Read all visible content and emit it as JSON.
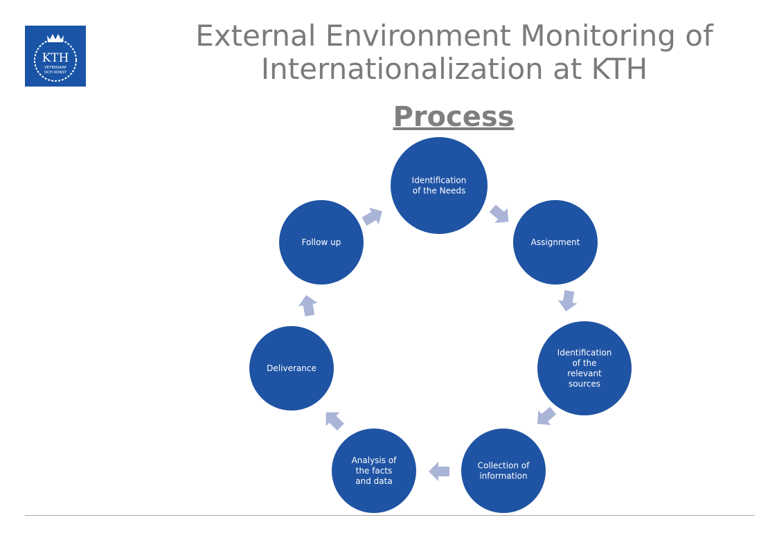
{
  "header": {
    "title_line1": "External Environment Monitoring of",
    "title_line2": "Internationalization at KTH",
    "subtitle": "Process"
  },
  "logo": {
    "text": "KTH",
    "motto_line1": "VETENSKAP",
    "motto_line2": "OCH KONST",
    "icon": "kth-crown-logo-icon",
    "color": "#1954a6"
  },
  "colors": {
    "node_fill": "#1f53a3",
    "arrow_fill": "#a9b4d6",
    "title_text": "#7b7b7b"
  },
  "process": {
    "nodes": [
      {
        "id": "identification-of-needs",
        "lines": [
          "Identification",
          "of the Needs"
        ]
      },
      {
        "id": "assignment",
        "lines": [
          "Assignment"
        ]
      },
      {
        "id": "identification-of-sources",
        "lines": [
          "Identification",
          "of the",
          "relevant",
          "sources"
        ]
      },
      {
        "id": "collection-of-information",
        "lines": [
          "Collection of",
          "information"
        ]
      },
      {
        "id": "analysis-of-facts",
        "lines": [
          "Analysis of",
          "the facts",
          "and data"
        ]
      },
      {
        "id": "deliverance",
        "lines": [
          "Deliverance"
        ]
      },
      {
        "id": "follow-up",
        "lines": [
          "Follow up"
        ]
      }
    ]
  }
}
